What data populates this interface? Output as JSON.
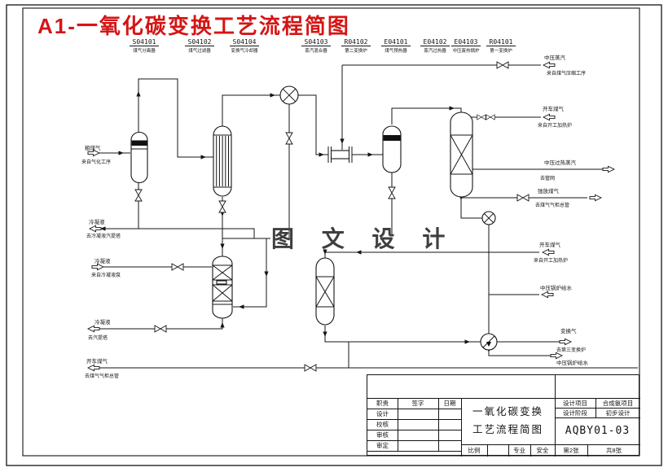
{
  "drawing": {
    "title": "A1-一氧化碳变换工艺流程简图",
    "watermark": "图 文 设 计"
  },
  "equipment_tags": [
    {
      "code": "S04101",
      "name": "煤气分离器"
    },
    {
      "code": "S04102",
      "name": "煤气过滤器"
    },
    {
      "code": "S04104",
      "name": "变换气冷却器"
    },
    {
      "code": "S04103",
      "name": "蒸汽混合器"
    },
    {
      "code": "R04102",
      "name": "第二变换炉"
    },
    {
      "code": "E04101",
      "name": "煤气预热器"
    },
    {
      "code": "E04102",
      "name": "蒸汽过热器"
    },
    {
      "code": "E04103",
      "name": "中压废热锅炉"
    },
    {
      "code": "R04101",
      "name": "第一变换炉"
    }
  ],
  "streams": [
    {
      "label": "粗煤气",
      "sub": "来自气化工序"
    },
    {
      "label": "冷凝液",
      "sub": "去冷凝液汽提塔"
    },
    {
      "label": "冷凝液",
      "sub": "来自冷凝液泵"
    },
    {
      "label": "冷凝液",
      "sub": "去汽提塔"
    },
    {
      "label": "开车煤气",
      "sub": "去煤气气柜总管"
    },
    {
      "label": "中压蒸汽",
      "sub": "来自煤气压缩工序"
    },
    {
      "label": "开车煤气",
      "sub": "来自开工加热炉"
    },
    {
      "label": "中压过热蒸汽",
      "sub": "去管网"
    },
    {
      "label": "弛放煤气",
      "sub": "去煤气气柜总管"
    },
    {
      "label": "开车煤气",
      "sub": "来自开工加热炉"
    },
    {
      "label": "中压锅炉给水",
      "sub": ""
    },
    {
      "label": "变换气",
      "sub": "去第三变换炉"
    },
    {
      "label": "中压锅炉给水",
      "sub": ""
    }
  ],
  "title_block": {
    "col_role": "职责",
    "col_sign": "签字",
    "col_date": "日期",
    "rows": [
      "设计",
      "校核",
      "审核",
      "审定"
    ],
    "title_line1": "一氧化碳变换",
    "title_line2": "工艺流程简图",
    "scale_label": "比例",
    "discipline_label": "专业",
    "discipline_value": "安全",
    "project_label": "设计项目",
    "project_value": "合成氨项目",
    "stage_label": "设计阶段",
    "stage_value": "初步设计",
    "drawing_no": "AQBY01-03",
    "sheet_no": "第2张",
    "sheet_total": "共8张"
  },
  "colors": {
    "title_red": "#d51515",
    "line": "#141414",
    "watermark": "#3f3f3f"
  }
}
